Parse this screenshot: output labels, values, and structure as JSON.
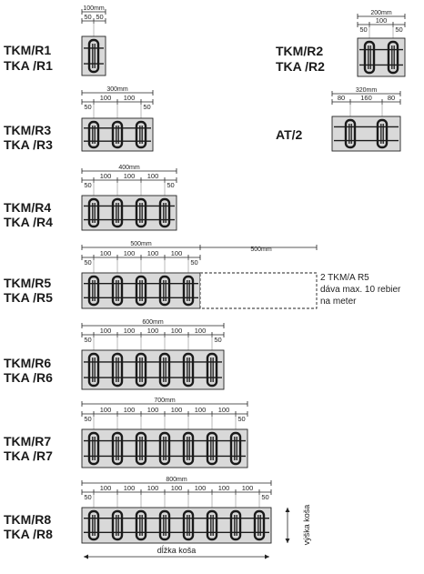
{
  "items": [
    {
      "code1": "TKM/R1",
      "code2": "TKA /R1",
      "total": "100mm",
      "segments": [
        "50",
        "50"
      ]
    },
    {
      "code1": "TKM/R2",
      "code2": "TKA /R2",
      "total": "200mm",
      "segments": [
        "50",
        "100",
        "50"
      ]
    },
    {
      "code1": "TKM/R3",
      "code2": "TKA /R3",
      "total": "300mm",
      "segments": [
        "50",
        "100",
        "100",
        "50"
      ]
    },
    {
      "code1": "AT/2",
      "code2": "",
      "total": "320mm",
      "segments": [
        "80",
        "160",
        "80"
      ]
    },
    {
      "code1": "TKM/R4",
      "code2": "TKA /R4",
      "total": "400mm",
      "segments": [
        "50",
        "100",
        "100",
        "100",
        "50"
      ]
    },
    {
      "code1": "TKM/R5",
      "code2": "TKA /R5",
      "total": "500mm",
      "segments": [
        "50",
        "100",
        "100",
        "100",
        "100",
        "50"
      ],
      "extension": "500mm"
    },
    {
      "code1": "TKM/R6",
      "code2": "TKA /R6",
      "total": "600mm",
      "segments": [
        "50",
        "100",
        "100",
        "100",
        "100",
        "100",
        "50"
      ]
    },
    {
      "code1": "TKM/R7",
      "code2": "TKA /R7",
      "total": "700mm",
      "segments": [
        "50",
        "100",
        "100",
        "100",
        "100",
        "100",
        "100",
        "50"
      ]
    },
    {
      "code1": "TKM/R8",
      "code2": "TKA /R8",
      "total": "800mm",
      "segments": [
        "50",
        "100",
        "100",
        "100",
        "100",
        "100",
        "100",
        "100",
        "50"
      ]
    }
  ],
  "note": [
    "2 TKM/A R5",
    "dáva max. 10 rebier",
    "na meter"
  ],
  "length_label": "dĺžka koša",
  "height_label": "výška koša",
  "colors": {
    "box_fill": "#d9d9d9",
    "line": "#222222",
    "rib": "#1a1a1a"
  }
}
